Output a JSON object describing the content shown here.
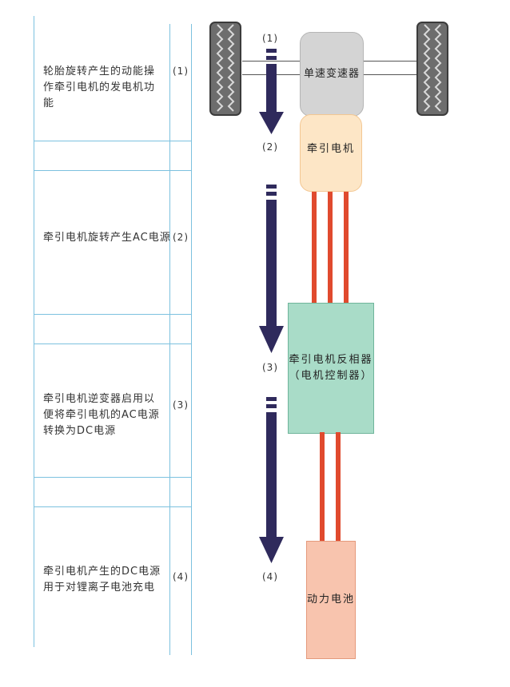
{
  "steps": [
    {
      "description": "轮胎旋转产生的动能操作牵引电机的发电机功能",
      "number": "(1)"
    },
    {
      "description": "牵引电机旋转产生AC电源",
      "number": "(2)"
    },
    {
      "description": "牵引电机逆变器启用以便将牵引电机的AC电源转换为DC电源",
      "number": "(3)"
    },
    {
      "description": "牵引电机产生的DC电源用于对锂离子电池充电",
      "number": "(4)"
    }
  ],
  "diagram": {
    "labels": [
      "(1)",
      "(2)",
      "(3)",
      "(4)"
    ],
    "transmission": "单速变速器",
    "motor": "牵引电机",
    "inverter_line1": "牵引电机反相器",
    "inverter_line2": "（电机控制器）",
    "battery": "动力电池"
  },
  "colors": {
    "grid_line": "#7cc1df",
    "arrow": "#2f2a5c",
    "wire": "#e04a2e",
    "transmission": "#d4d4d4",
    "motor": "#fde6c6",
    "inverter": "#a9dcc8",
    "battery": "#f8c4ae"
  },
  "icons": [
    "tire-left-icon",
    "tire-right-icon",
    "down-arrow-icon"
  ]
}
